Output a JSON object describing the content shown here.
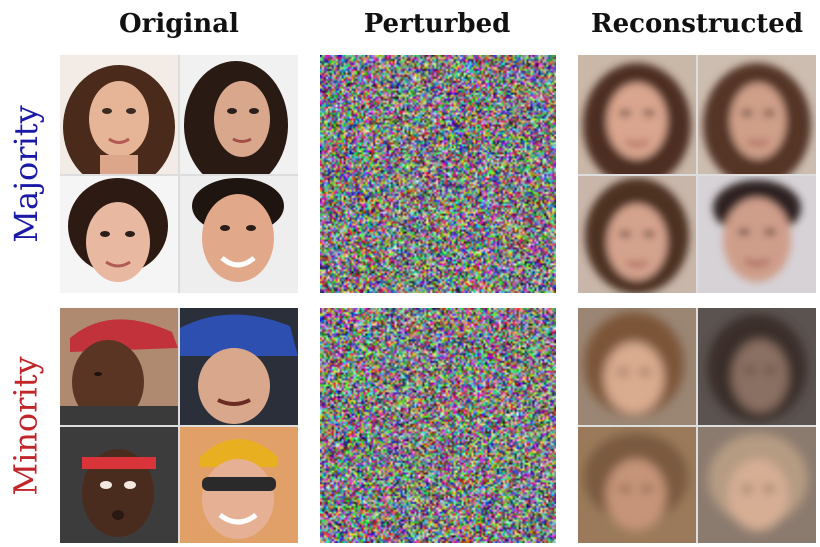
{
  "columns": {
    "original": "Original",
    "perturbed": "Perturbed",
    "reconstructed": "Reconstructed"
  },
  "rows": {
    "majority": {
      "label": "Majority",
      "color": "#1a1aa6"
    },
    "minority": {
      "label": "Minority",
      "color": "#c0262a"
    }
  }
}
